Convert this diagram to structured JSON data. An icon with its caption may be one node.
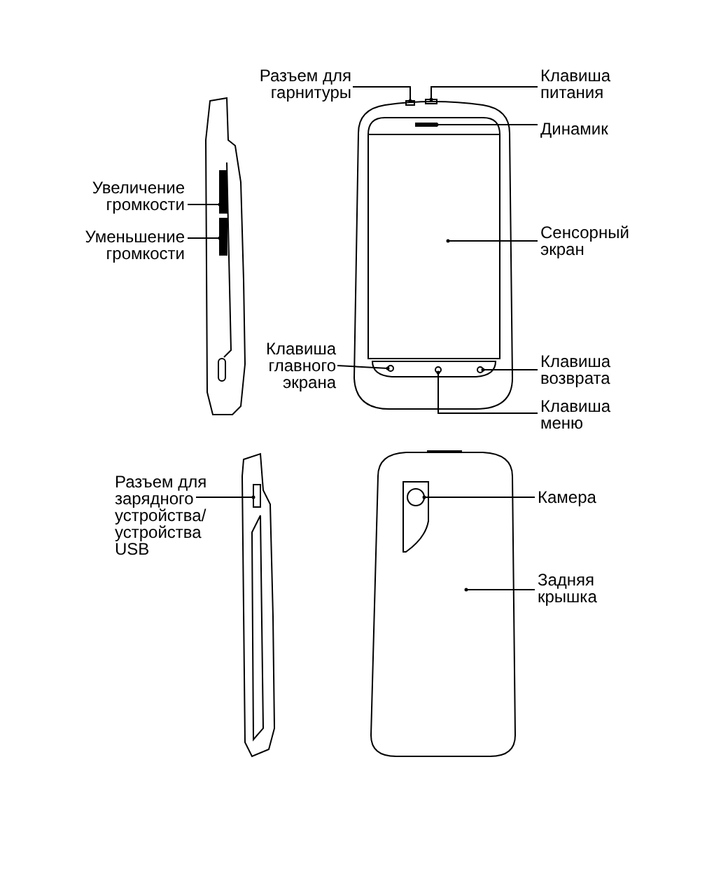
{
  "diagram": {
    "nodes": [
      {
        "text": [
          "Разъем для гарнитуры"
        ]
      },
      {
        "text": [
          "Клавиша питания"
        ]
      },
      {
        "text": [
          "Динамик"
        ]
      },
      {
        "text": [
          "Увеличение громкости"
        ]
      },
      {
        "text": [
          "Уменьшение громкости"
        ]
      },
      {
        "text": [
          "Сенсорный экран"
        ]
      },
      {
        "text": [
          "Клавиша главного экрана"
        ]
      },
      {
        "text": [
          "Клавиша возврата"
        ]
      },
      {
        "text": [
          "Клавиша меню"
        ]
      },
      {
        "text": [
          "Разъем для зарядного устройства/ устройства USB"
        ]
      },
      {
        "text": [
          "Камера"
        ]
      },
      {
        "text": [
          "Задняя крышка"
        ]
      },
      {
        "text": [],
        "shape": "box"
      },
      {
        "text": [],
        "shape": "box"
      },
      {
        "text": [],
        "shape": "bar"
      },
      {
        "text": [],
        "shape": "bar"
      },
      {
        "text": [],
        "shape": "bar"
      },
      {
        "text": [],
        "shape": "box"
      },
      {
        "text": [],
        "shape": "circle"
      },
      {
        "text": [],
        "shape": "circle"
      },
      {
        "text": [],
        "shape": "circle"
      },
      {
        "text": [],
        "shape": "box"
      },
      {
        "text": [],
        "shape": "box"
      },
      {
        "text": [],
        "shape": "circle",
        "in": 22
      }
    ],
    "edges": [
      {
        "from": 0,
        "to": 12,
        "arrow": "other"
      },
      {
        "from": 1,
        "to": 13,
        "arrow": "other"
      },
      {
        "from": 2,
        "to": 14,
        "arrow": "other"
      },
      {
        "from": 3,
        "to": 15,
        "arrow": "other"
      },
      {
        "from": 4,
        "to": 16,
        "arrow": "other"
      },
      {
        "from": 5,
        "to": 17,
        "arrow": "other"
      },
      {
        "from": 6,
        "to": 18,
        "arrow": "other"
      },
      {
        "from": 7,
        "to": 20,
        "arrow": "other"
      },
      {
        "from": 8,
        "to": 19,
        "arrow": "other"
      },
      {
        "from": 9,
        "to": 21,
        "arrow": "other"
      },
      {
        "from": 10,
        "to": 23,
        "arrow": "other"
      },
      {
        "from": 11,
        "to": 22,
        "arrow": "other"
      }
    ]
  }
}
